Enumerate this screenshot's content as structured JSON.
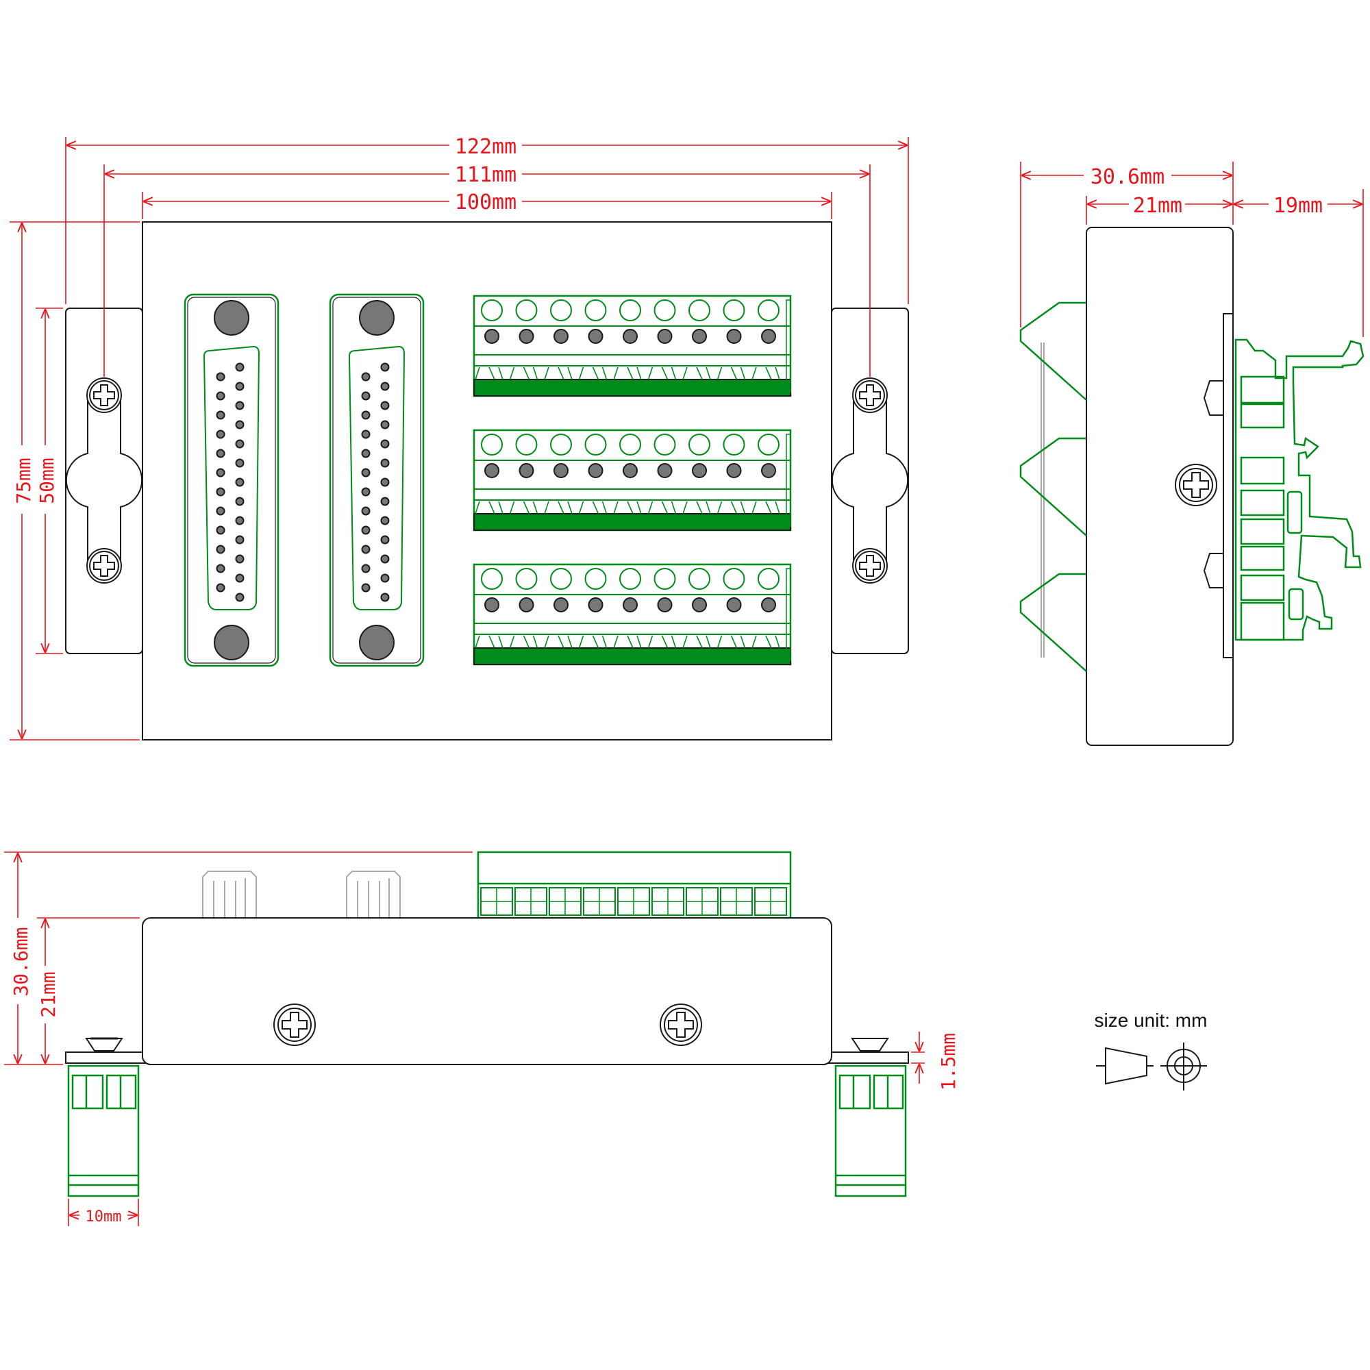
{
  "colors": {
    "outline": "#1a1a1a",
    "dimension": "#e8141c",
    "terminal_green": "#008c1a",
    "terminal_light": "#a8dba8",
    "hole_grey": "#777777",
    "ghost_grey": "#aaaaaa"
  },
  "dimensions": {
    "top_width_overall": "122mm",
    "top_width_holes": "111mm",
    "top_width_body": "100mm",
    "height_overall": "75mm",
    "height_flange": "50mm",
    "side_depth_overall": "30.6mm",
    "side_depth_body": "21mm",
    "side_rail_clip": "19mm",
    "front_height_overall": "30.6mm",
    "front_height_body": "21mm",
    "flange_thickness": "1.5mm",
    "clip_width": "10mm"
  },
  "legend": {
    "label": "size unit: mm",
    "projection_icon": "first-angle-projection-icon"
  }
}
